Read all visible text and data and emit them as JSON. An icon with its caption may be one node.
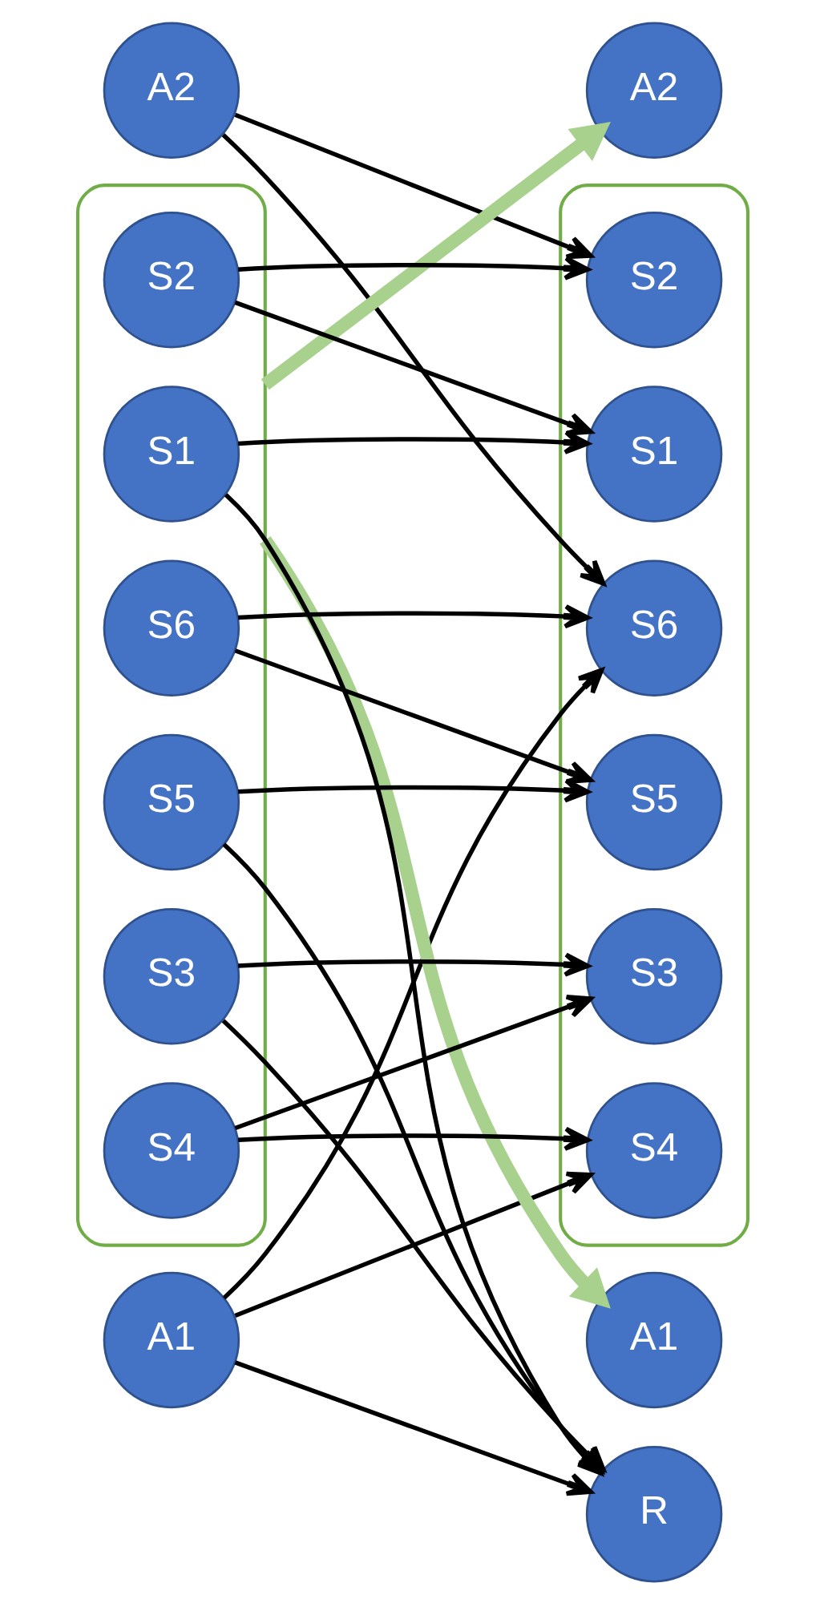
{
  "diagram": {
    "nodes": [
      {
        "text": [
          "A1"
        ]
      },
      {
        "text": [
          "A2"
        ]
      },
      {
        "text": [],
        "shape": "box"
      },
      {
        "text": [
          "S1"
        ],
        "in": 2
      },
      {
        "text": [
          "S2"
        ],
        "in": 2
      },
      {
        "text": [
          "S3"
        ],
        "in": 2
      },
      {
        "text": [
          "S4"
        ],
        "in": 2
      },
      {
        "text": [
          "S5"
        ],
        "in": 2
      },
      {
        "text": [
          "S6"
        ],
        "in": 2
      },
      {
        "text": [
          "A1"
        ]
      },
      {
        "text": [
          "A2"
        ]
      },
      {
        "text": [],
        "shape": "box"
      },
      {
        "text": [
          "S1"
        ],
        "in": 11
      },
      {
        "text": [
          "S2"
        ],
        "in": 11
      },
      {
        "text": [
          "S3"
        ],
        "in": 11
      },
      {
        "text": [
          "S4"
        ],
        "in": 11
      },
      {
        "text": [
          "S5"
        ],
        "in": 11
      },
      {
        "text": [
          "S6"
        ],
        "in": 11
      },
      {
        "text": [
          "R"
        ]
      }
    ],
    "edges": [
      {
        "from": 0,
        "to": 18,
        "arrow": "to"
      },
      {
        "from": 3,
        "to": 18,
        "arrow": "to"
      },
      {
        "from": 5,
        "to": 18,
        "arrow": "to"
      },
      {
        "from": 7,
        "to": 18,
        "arrow": "to"
      },
      {
        "from": 0,
        "to": 15,
        "arrow": "to"
      },
      {
        "from": 0,
        "to": 17,
        "arrow": "to"
      },
      {
        "from": 1,
        "to": 13,
        "arrow": "to"
      },
      {
        "from": 1,
        "to": 17,
        "arrow": "to"
      },
      {
        "from": 2,
        "to": 9,
        "arrow": "to",
        "style": "thick",
        "color": "#a9d18e"
      },
      {
        "from": 2,
        "to": 10,
        "arrow": "to",
        "style": "thick",
        "color": "#a9d18e"
      },
      {
        "from": 3,
        "to": 12,
        "arrow": "to"
      },
      {
        "from": 4,
        "to": 12,
        "arrow": "to"
      },
      {
        "from": 4,
        "to": 13,
        "arrow": "to"
      },
      {
        "from": 5,
        "to": 14,
        "arrow": "to"
      },
      {
        "from": 6,
        "to": 14,
        "arrow": "to"
      },
      {
        "from": 6,
        "to": 15,
        "arrow": "to"
      },
      {
        "from": 7,
        "to": 16,
        "arrow": "to"
      },
      {
        "from": 8,
        "to": 16,
        "arrow": "to"
      },
      {
        "from": 8,
        "to": 17,
        "arrow": "to"
      }
    ]
  }
}
